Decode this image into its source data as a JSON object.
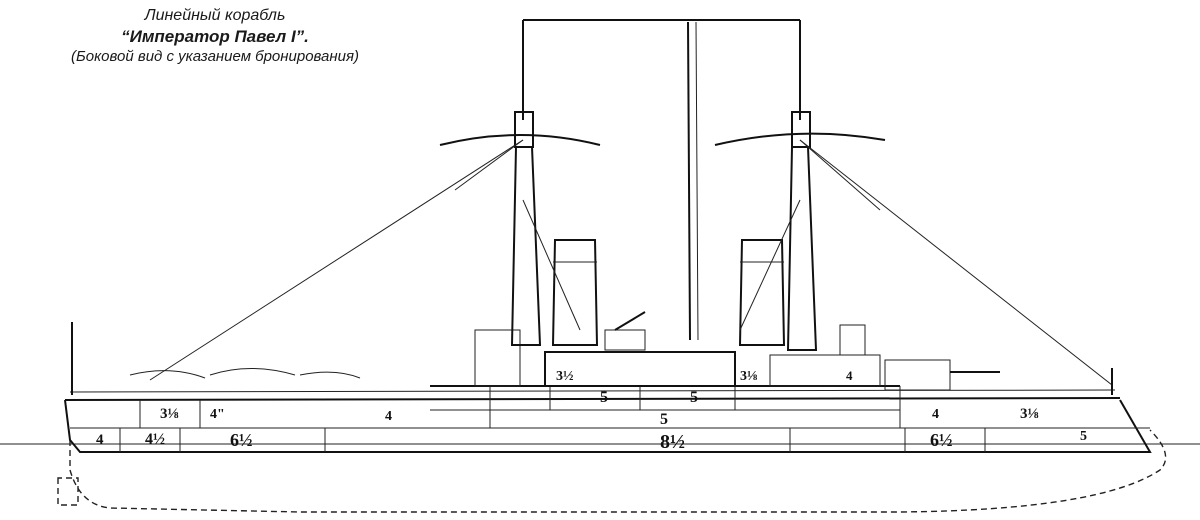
{
  "caption": {
    "line1": "Линейный корабль",
    "line2": "“Император Павел I”.",
    "line3": "(Боковой вид с указанием бронирования)"
  },
  "armor_labels": [
    {
      "id": "hull-fore-1",
      "text": "4"
    },
    {
      "id": "hull-fore-2",
      "text": "4½"
    },
    {
      "id": "hull-fore-3",
      "text": "6½"
    },
    {
      "id": "hull-mid",
      "text": "8½"
    },
    {
      "id": "hull-aft",
      "text": "6½"
    },
    {
      "id": "upper-fore-1",
      "text": "3⅛"
    },
    {
      "id": "upper-fore-2",
      "text": "4\""
    },
    {
      "id": "upper-fore-3",
      "text": "4"
    },
    {
      "id": "casemate-1",
      "text": "5"
    },
    {
      "id": "casemate-2",
      "text": "5"
    },
    {
      "id": "casemate-3",
      "text": "5"
    },
    {
      "id": "turret-fore",
      "text": "3½"
    },
    {
      "id": "turret-aft",
      "text": "3⅛"
    },
    {
      "id": "upper-aft-1",
      "text": "4"
    },
    {
      "id": "upper-aft-2",
      "text": "4"
    },
    {
      "id": "upper-aft-3",
      "text": "3⅛"
    },
    {
      "id": "stern",
      "text": "5"
    }
  ]
}
